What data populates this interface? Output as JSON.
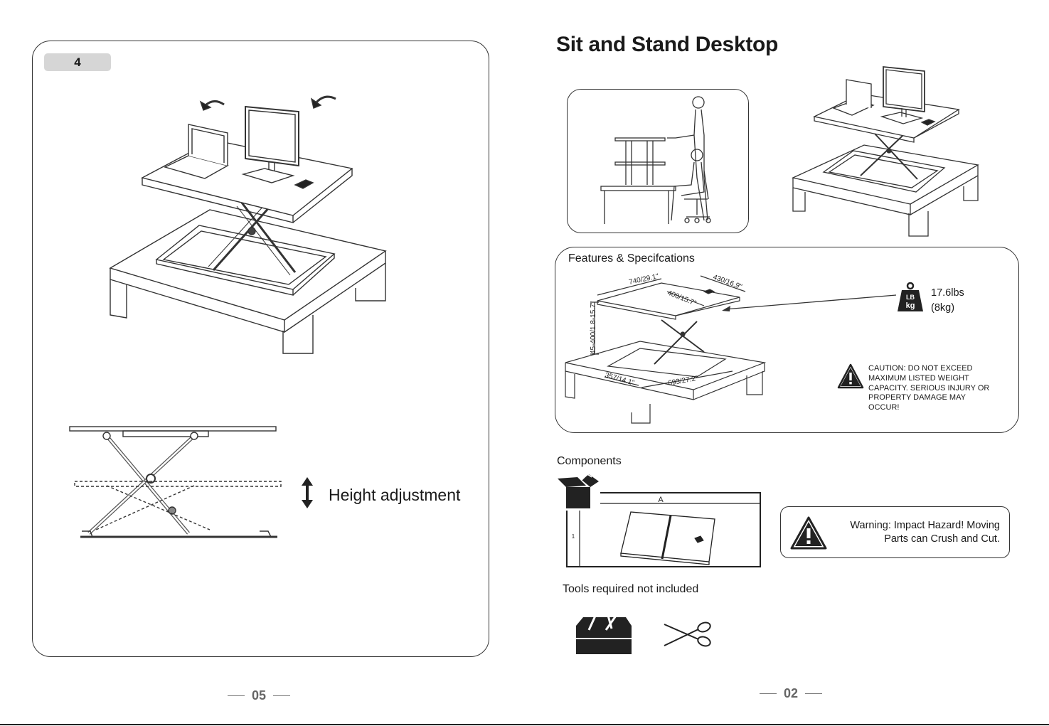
{
  "left_page": {
    "step_number": "4",
    "height_adjustment_label": "Height adjustment",
    "page_number": "05"
  },
  "right_page": {
    "title": "Sit and Stand Desktop",
    "features": {
      "heading": "Features & Specifcations",
      "dimensions": {
        "width_top": "740/29.1\"",
        "depth_top": "430/16.9\"",
        "inner_depth": "400/15.7\"",
        "height_range": "45-400/1.8-15.7\"",
        "base_depth": "357/14.1\"",
        "base_width": "693/27.2\""
      },
      "weight_badge_top": "LB",
      "weight_badge_bottom": "kg",
      "weight_lbs": "17.6lbs",
      "weight_kg": "(8kg)",
      "caution": "CAUTION:  DO NOT EXCEED MAXIMUM LISTED WEIGHT CAPACITY. SERIOUS INJURY OR PROPERTY DAMAGE MAY OCCUR!"
    },
    "components": {
      "heading": "Components",
      "column_label": "A",
      "row_label": "1"
    },
    "warning": "Warning: Impact Hazard! Moving Parts can Crush and Cut.",
    "tools_heading": "Tools required not included",
    "page_number": "02"
  }
}
